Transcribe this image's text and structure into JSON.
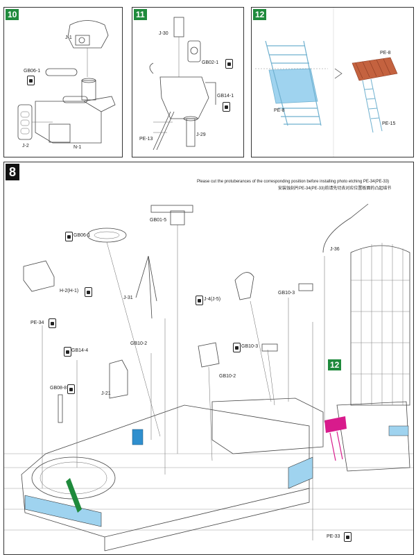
{
  "panel10": {
    "step": "10",
    "labels": {
      "j1": "J-1",
      "gb06": "GB06-1",
      "j2": "J-2",
      "n1": "N-1"
    }
  },
  "panel11": {
    "step": "11",
    "labels": {
      "j30": "J-30",
      "gb02": "GB02-1",
      "gb14": "GB14-1",
      "pe13": "PE-13",
      "j29": "J-29"
    }
  },
  "panel12": {
    "step": "12",
    "labels": {
      "pe8_left": "PE-8",
      "pe8_right": "PE-8",
      "pe15": "PE-15"
    },
    "colors": {
      "fill_blue": "#9fd3ef",
      "parts": "#6fb0cf",
      "assembled": "#c4623f"
    }
  },
  "panel8": {
    "step": "8",
    "note_en": "Please cut the protuberances of the corresponding position before installing photo etching PE-34(PE-33)",
    "note_cn": "安装蚀刻片PE-34(PE-33)前请先切去对应位置板面的凸起结节",
    "inset_step": "12",
    "labels": {
      "gb01": "GB01-5",
      "gb06": "GB06-1",
      "j36": "J-36",
      "h2": "H-2(H-1)",
      "j31": "J-31",
      "j4": "J-4(J-5)",
      "gb10_3a": "GB10-3",
      "pe34": "PE-34",
      "gb14": "GB14-4",
      "gb10_2a": "GB10-2",
      "gb10_3b": "GB10-3",
      "gb10_2b": "GB10-2",
      "gb08": "GB08-8",
      "j21": "J-21",
      "pe33": "PE-33"
    },
    "colors": {
      "highlight_blue": "#9fd3ef",
      "part_blue": "#2f8fce",
      "magenta": "#d81b8c",
      "green": "#1f8a3c"
    }
  }
}
